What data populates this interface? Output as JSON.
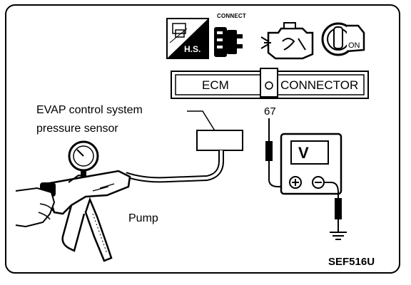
{
  "header": {
    "hs_label": "H.S.",
    "connect_label": "CONNECT",
    "on_label": "ON",
    "ecm_label": "ECM",
    "connector_label": "CONNECTOR"
  },
  "diagram": {
    "sensor_label_line1": "EVAP control system",
    "sensor_label_line2": "pressure sensor",
    "terminal_label": "67",
    "meter_symbol": "V",
    "pump_label": "Pump",
    "figure_code": "SEF516U"
  },
  "icons": [
    "hs-tool-icon",
    "connect-icon",
    "engine-icon",
    "ignition-key-icon",
    "voltmeter-icon",
    "ground-icon",
    "vacuum-gauge-icon"
  ]
}
